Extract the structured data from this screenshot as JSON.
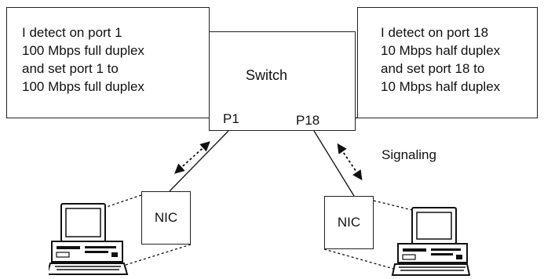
{
  "switch": {
    "label": "Switch"
  },
  "ports": {
    "left": "P1",
    "right": "P18"
  },
  "callouts": {
    "left": [
      "I detect on port 1",
      "100 Mbps full duplex",
      "and set port 1 to",
      "100 Mbps full duplex"
    ],
    "right": [
      "I detect on port 18",
      "10 Mbps half duplex",
      "and set port 18 to",
      "10 Mbps half duplex"
    ]
  },
  "nics": {
    "left": "NIC",
    "right": "NIC"
  },
  "signaling": {
    "label": "Signaling"
  },
  "icons": [
    "desktop-computer-icon",
    "desktop-computer-icon",
    "bidirectional-dotted-arrow-icon",
    "bidirectional-dotted-arrow-icon"
  ]
}
